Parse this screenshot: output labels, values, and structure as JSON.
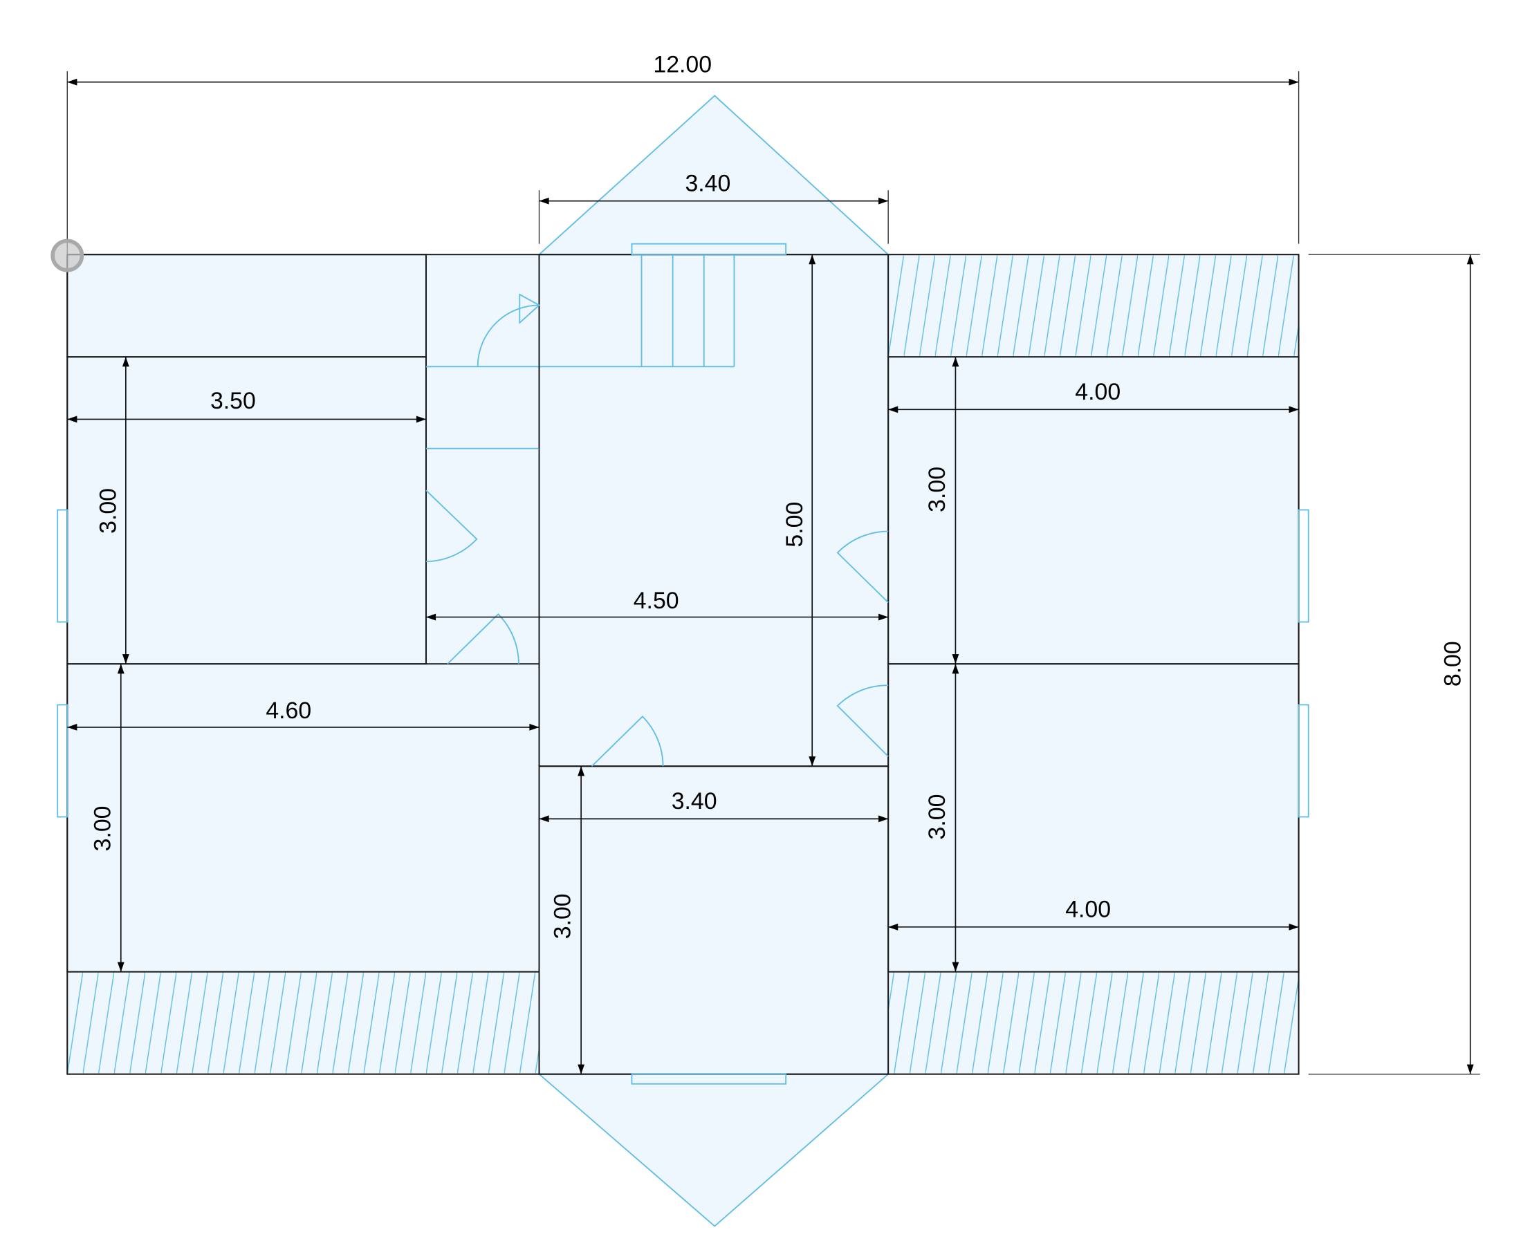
{
  "plan": {
    "colors": {
      "room_fill": "#eef7fd",
      "wall": "#1a1a1a",
      "fixture": "#5fbde6",
      "dimension": "#111111"
    },
    "dimensions": {
      "overall_width": "12.00",
      "overall_height": "8.00",
      "top_bay_width": "3.40",
      "room_top_left_width": "3.50",
      "room_top_left_height": "3.00",
      "room_bottom_left_width": "4.60",
      "room_bottom_left_height": "3.00",
      "hall_width": "4.50",
      "hall_height": "5.00",
      "room_bottom_center_width": "3.40",
      "room_bottom_center_height": "3.00",
      "room_top_right_width": "4.00",
      "room_top_right_height": "3.00",
      "room_bottom_right_width": "4.00",
      "room_bottom_right_height": "3.00"
    }
  }
}
